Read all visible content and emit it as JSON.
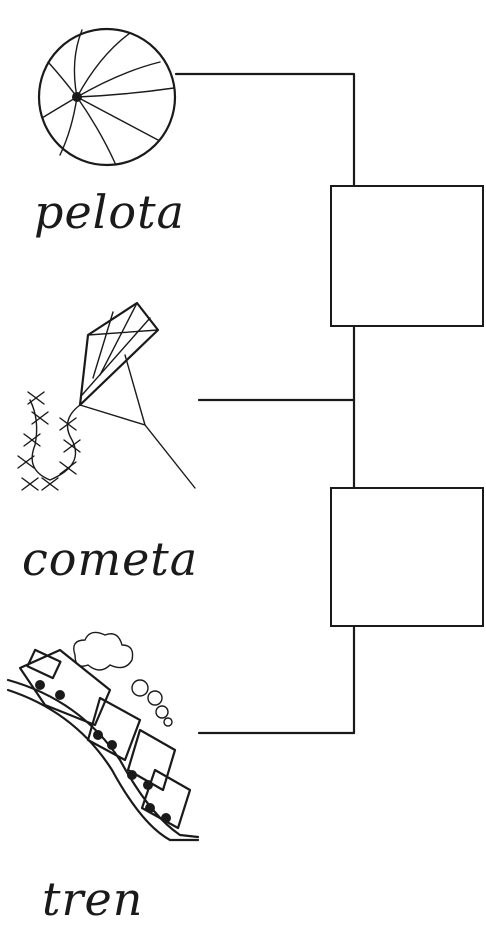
{
  "words": {
    "ball": "pelota",
    "kite": "cometa",
    "train": "tren"
  },
  "answer_boxes": [
    {
      "value": ""
    },
    {
      "value": ""
    }
  ]
}
